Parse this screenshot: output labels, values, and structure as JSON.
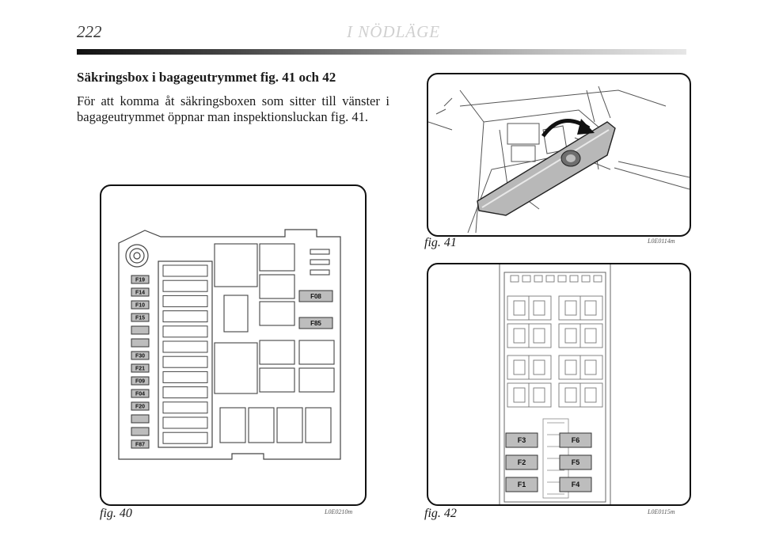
{
  "header": {
    "page_number": "222",
    "section": "I NÖDLÄGE"
  },
  "heading": "Säkringsbox i bagageutrymmet fig. 41 och 42",
  "body": "För att komma åt säkringsboxen som sitter till vänster i bagageutrymmet öppnar man inspektionsluckan fig. 41.",
  "figures": {
    "fig40": {
      "caption": "fig. 40",
      "code": "L0E0210m",
      "left_fuses": [
        "F19",
        "F14",
        "F10",
        "F15",
        "",
        "",
        "F30",
        "F21",
        "F09",
        "F04",
        "F20",
        "",
        "",
        "F87"
      ],
      "right_fuses": [
        "F08",
        "F85"
      ]
    },
    "fig41": {
      "caption": "fig. 41",
      "code": "L0E0114m"
    },
    "fig42": {
      "caption": "fig. 42",
      "code": "L0E0115m",
      "fuses": [
        "F3",
        "F6",
        "F2",
        "F5",
        "F1",
        "F4"
      ]
    }
  }
}
